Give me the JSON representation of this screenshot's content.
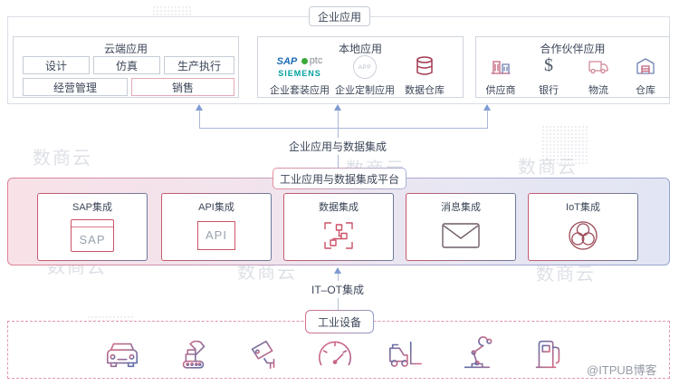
{
  "header": {
    "title": "企业应用"
  },
  "cloud": {
    "title": "云端应用",
    "items": [
      "设计",
      "仿真",
      "生产执行",
      "经营管理",
      "销售"
    ]
  },
  "local": {
    "title": "本地应用",
    "logos": {
      "sap": "SAP",
      "ptc": "ptc",
      "siemens": "SIEMENS",
      "app": "APP"
    },
    "labels": [
      "企业套装应用",
      "企业定制应用",
      "数据仓库"
    ]
  },
  "partner": {
    "title": "合作伙伴应用",
    "items": [
      "供应商",
      "银行",
      "物流",
      "仓库"
    ],
    "bank_symbol": "$",
    "icons": [
      "factory-icon",
      "dollar-icon",
      "truck-icon",
      "warehouse-icon"
    ]
  },
  "flow": {
    "top_label": "企业应用与数据集成",
    "bottom_label": "IT–OT集成"
  },
  "platform": {
    "title": "工业应用与数据集成平台",
    "cards": [
      {
        "label": "SAP集成",
        "icon": "sap-window-icon",
        "icon_text": "SAP"
      },
      {
        "label": "API集成",
        "icon": "api-box-icon",
        "icon_text": "API"
      },
      {
        "label": "数据集成",
        "icon": "data-nodes-icon"
      },
      {
        "label": "消息集成",
        "icon": "envelope-icon"
      },
      {
        "label": "IoT集成",
        "icon": "iot-venn-icon"
      }
    ]
  },
  "devices": {
    "title": "工业设备",
    "icons": [
      "car-icon",
      "excavator-icon",
      "camera-icon",
      "gauge-icon",
      "forklift-icon",
      "robot-arm-icon",
      "fuel-pump-icon"
    ]
  },
  "watermark": {
    "brand": "数商云",
    "credit": "@ITPUB博客"
  },
  "colors": {
    "arrow_blue": "#7e9bd0",
    "line_blue": "#a9b6d6",
    "accent_red": "#cc5268",
    "card_border_left": "#c75a6e",
    "card_border_right": "#6b7a99",
    "platform_pink": "#f8e2e8",
    "platform_blue": "#e2e5f3",
    "dashed_pink": "#e596a8"
  }
}
